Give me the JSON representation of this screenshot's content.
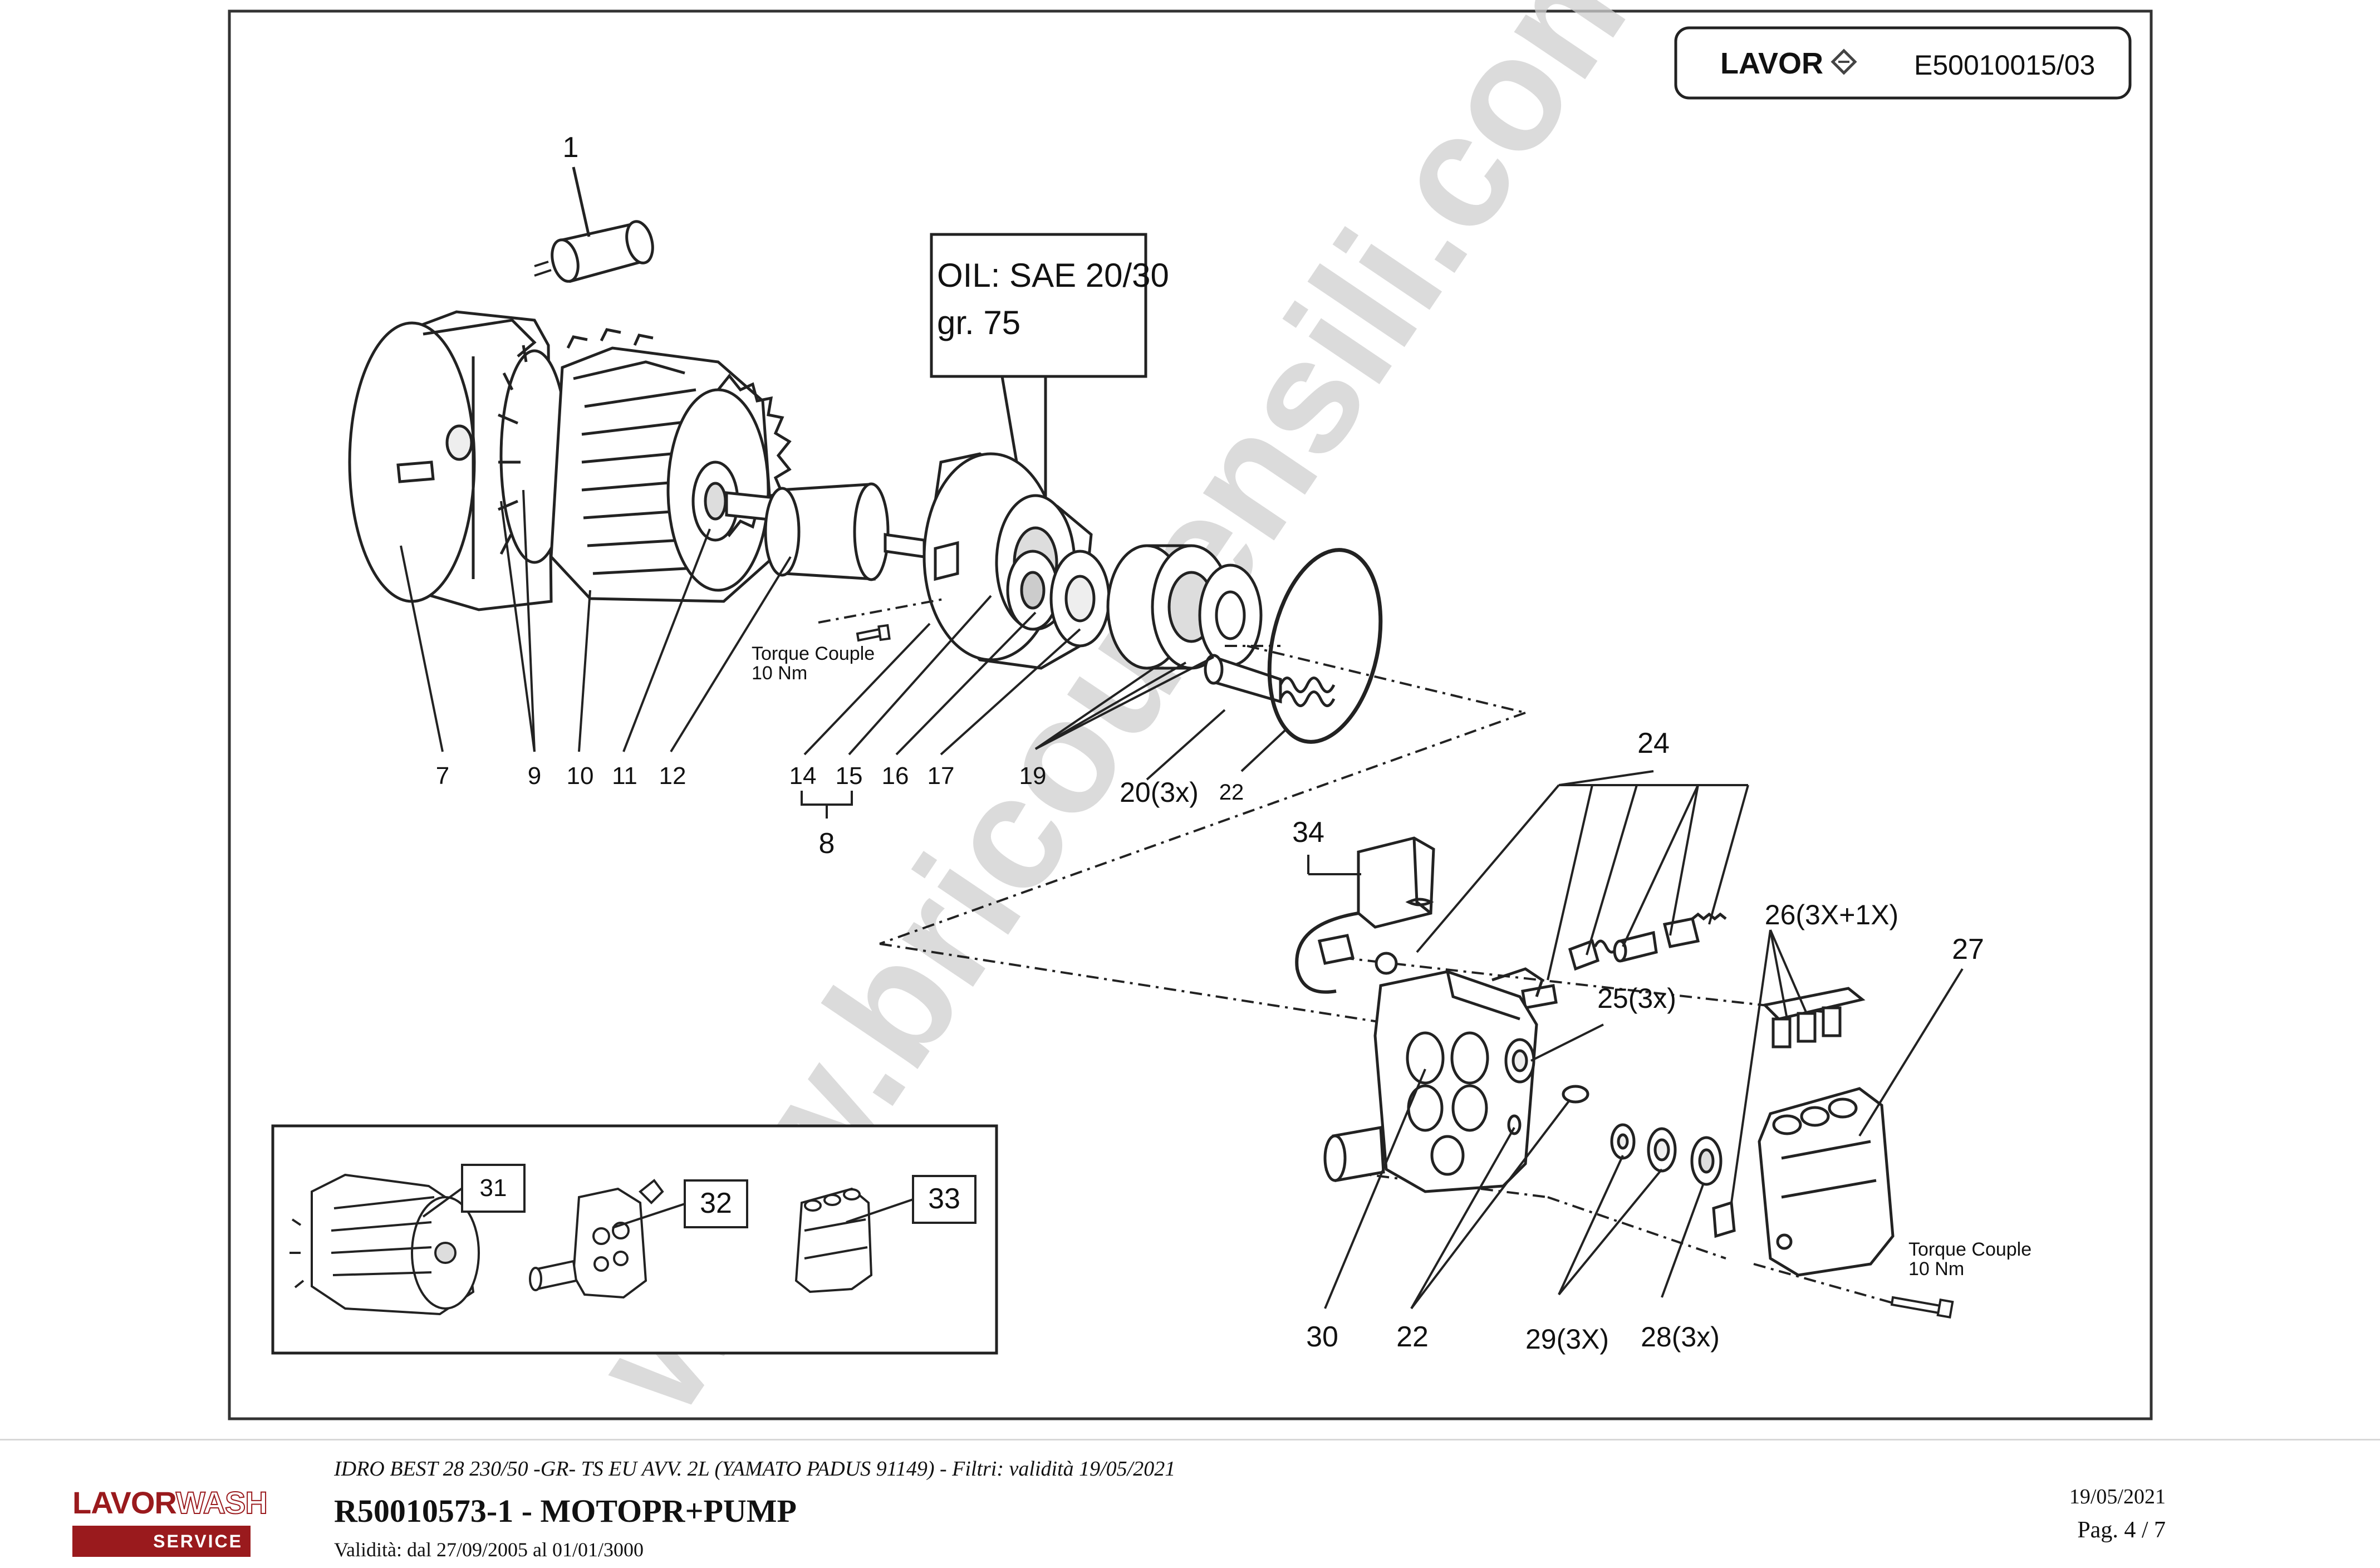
{
  "header": {
    "brand": "LAVOR",
    "doc_code": "E50010015/03"
  },
  "watermark": "www.bricoutensili.com",
  "oil_note": {
    "line1": "OIL: SAE 20/30",
    "line2": "gr.  75"
  },
  "torque_notes": [
    {
      "line1": "Torque Couple",
      "line2": "10 Nm"
    },
    {
      "line1": "Torque Couple",
      "line2": "10 Nm"
    }
  ],
  "callouts": {
    "p1": "1",
    "p7": "7",
    "p9": "9",
    "p10": "10",
    "p11": "11",
    "p12": "12",
    "p14": "14",
    "p15": "15",
    "p16": "16",
    "p17": "17",
    "p19": "19",
    "p20": "20(3x)",
    "p22a": "22",
    "p8": "8",
    "p24": "24",
    "p34": "34",
    "p25": "25(3x)",
    "p26": "26(3X+1X)",
    "p27": "27",
    "p30": "30",
    "p22b": "22",
    "p29": "29(3X)",
    "p28": "28(3x)",
    "p31": "31",
    "p32": "32",
    "p33": "33"
  },
  "footer": {
    "model_line": "IDRO BEST 28 230/50 -GR- TS EU AVV. 2L (YAMATO PADUS 91149) - Filtri: validità 19/05/2021",
    "part_title": "R50010573-1 - MOTOPR+PUMP",
    "validity": "Validità: dal 27/09/2005 al 01/01/3000",
    "date": "19/05/2021",
    "page": "Pag. 4 / 7",
    "logo_word_a": "LAVOR",
    "logo_word_b": "WASH",
    "logo_service": "SERVICE"
  },
  "colors": {
    "line": "#222222",
    "watermark": "#cfcfcf",
    "brand_red": "#9a1a1d",
    "frame": "#333333"
  }
}
